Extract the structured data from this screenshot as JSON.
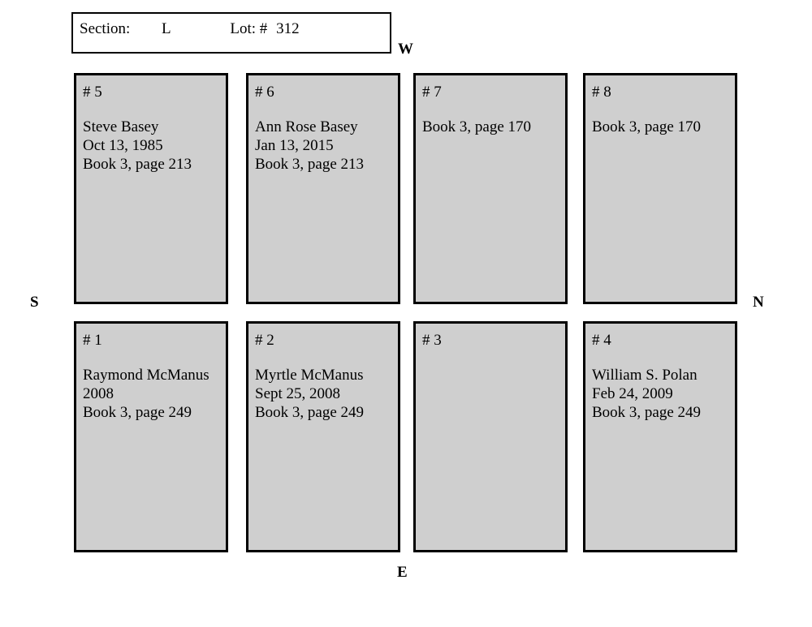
{
  "header": {
    "section_label": "Section:",
    "section_value": "L",
    "lot_label": "Lot: #",
    "lot_value": "312"
  },
  "compass": {
    "west": "W",
    "north": "N",
    "south": "S",
    "east": "E"
  },
  "plots": {
    "top_row": [
      {
        "number": "# 5",
        "lines": [
          "Steve Basey",
          "Oct 13, 1985",
          "Book 3, page 213"
        ]
      },
      {
        "number": "# 6",
        "lines": [
          "Ann Rose Basey",
          "Jan 13, 2015",
          "Book 3, page 213"
        ]
      },
      {
        "number": "# 7",
        "lines": [
          "Book 3, page 170",
          "",
          ""
        ]
      },
      {
        "number": "# 8",
        "lines": [
          "Book 3, page 170",
          "",
          ""
        ]
      }
    ],
    "bottom_row": [
      {
        "number": "# 1",
        "lines": [
          "Raymond McManus",
          "2008",
          "Book 3, page 249"
        ]
      },
      {
        "number": "# 2",
        "lines": [
          "Myrtle McManus",
          "Sept 25, 2008",
          "Book 3, page 249"
        ]
      },
      {
        "number": "# 3",
        "lines": [
          "",
          "",
          ""
        ]
      },
      {
        "number": "# 4",
        "lines": [
          "William S. Polan",
          "Feb 24, 2009",
          "Book 3, page 249"
        ]
      }
    ]
  },
  "colors": {
    "plot_fill": "#cfcfcf",
    "border": "#000000",
    "page_background": "#ffffff"
  }
}
